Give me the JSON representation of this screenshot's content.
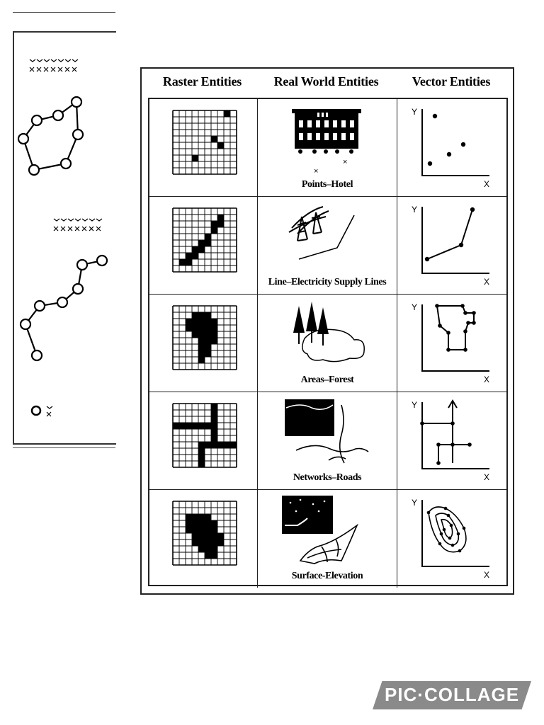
{
  "figure": {
    "headers": {
      "raster": "Raster Entities",
      "real_world": "Real World Entities",
      "vector": "Vector Entities"
    },
    "rows": [
      {
        "id": "points",
        "caption": "Points–Hotel"
      },
      {
        "id": "lines",
        "caption": "Line–Electricity Supply Lines"
      },
      {
        "id": "areas",
        "caption": "Areas–Forest"
      },
      {
        "id": "networks",
        "caption": "Networks–Roads"
      },
      {
        "id": "surface",
        "caption": "Surface-Elevation"
      }
    ],
    "axis_x": "X",
    "axis_y": "Y",
    "point_marker": "×"
  },
  "watermark": {
    "text": "PIC·COLLAGE"
  },
  "colors": {
    "ink": "#000000",
    "watermark_bg": "#8a8a8a"
  }
}
